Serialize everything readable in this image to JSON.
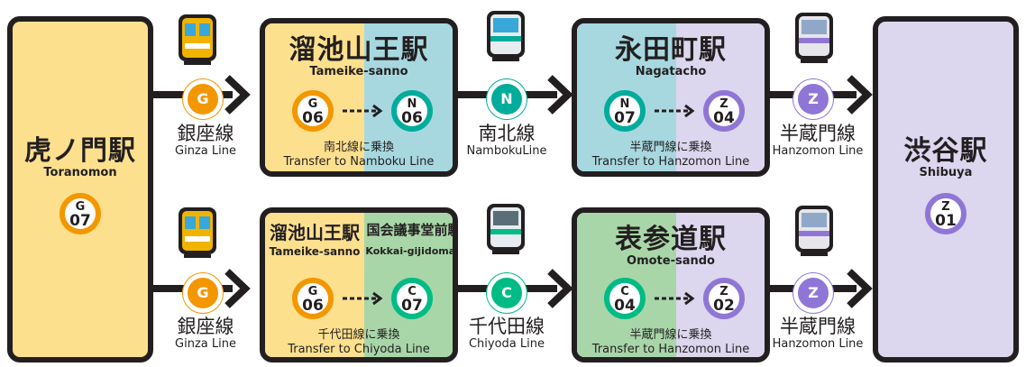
{
  "colors": {
    "ginza": "#f39700",
    "namboku": "#00ac9b",
    "hanzomon": "#8f76d6",
    "chiyoda": "#00bb85",
    "outline": "#231f20",
    "ginza_bg": "#fde08e",
    "namboku_bg": "#a7d8e0",
    "hanzomon_bg": "#dcd6ee",
    "chiyoda_bg": "#a8d6a8"
  },
  "origin": {
    "name_ja": "虎ノ門駅",
    "name_en": "Toranomon",
    "code_letter": "G",
    "code_number": "07"
  },
  "destination": {
    "name_ja": "渋谷駅",
    "name_en": "Shibuya",
    "code_letter": "Z",
    "code_number": "01"
  },
  "route_top": {
    "ginza_line": {
      "symbol": "G",
      "label_ja": "銀座線",
      "label_en": "Ginza Line"
    },
    "transfer1": {
      "name_ja": "溜池山王駅",
      "name_en": "Tameike-sanno",
      "from_letter": "G",
      "from_number": "06",
      "to_letter": "N",
      "to_number": "06",
      "note_ja": "南北線に乗換",
      "note_en": "Transfer to Namboku Line"
    },
    "mid_line": {
      "symbol": "N",
      "label_ja": "南北線",
      "label_en": "NambokuLine"
    },
    "transfer2": {
      "name_ja": "永田町駅",
      "name_en": "Nagatacho",
      "from_letter": "N",
      "from_number": "07",
      "to_letter": "Z",
      "to_number": "04",
      "note_ja": "半蔵門線に乗換",
      "note_en": "Transfer to Hanzomon Line"
    },
    "last_line": {
      "symbol": "Z",
      "label_ja": "半蔵門線",
      "label_en": "Hanzomon Line"
    }
  },
  "route_bottom": {
    "ginza_line": {
      "symbol": "G",
      "label_ja": "銀座線",
      "label_en": "Ginza Line"
    },
    "transfer1": {
      "name_ja_a": "溜池山王駅",
      "name_en_a": "Tameike-sanno",
      "name_ja_b": "国会議事堂前駅",
      "name_en_b": "Kokkai-gijidomae",
      "from_letter": "G",
      "from_number": "06",
      "to_letter": "C",
      "to_number": "07",
      "note_ja": "千代田線に乗換",
      "note_en": "Transfer to Chiyoda Line"
    },
    "mid_line": {
      "symbol": "C",
      "label_ja": "千代田線",
      "label_en": "Chiyoda Line"
    },
    "transfer2": {
      "name_ja": "表参道駅",
      "name_en": "Omote-sando",
      "from_letter": "C",
      "from_number": "04",
      "to_letter": "Z",
      "to_number": "02",
      "note_ja": "半蔵門線に乗換",
      "note_en": "Transfer to Hanzomon Line"
    },
    "last_line": {
      "symbol": "Z",
      "label_ja": "半蔵門線",
      "label_en": "Hanzomon Line"
    }
  }
}
